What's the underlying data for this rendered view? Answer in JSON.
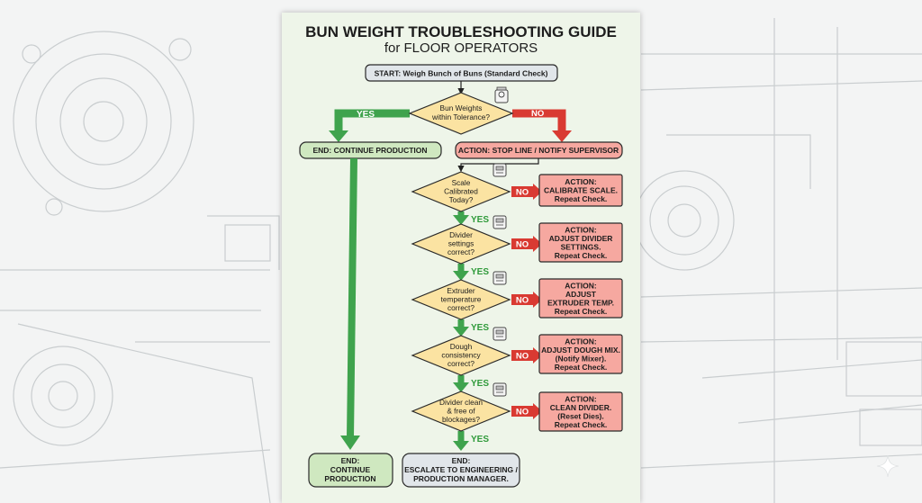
{
  "title": "BUN WEIGHT TROUBLESHOOTING GUIDE",
  "subtitle": "for FLOOR OPERATORS",
  "start": "START: Weigh Bunch of Buns (Standard Check)",
  "decision_main": [
    "Bun Weights",
    "within Tolerance?"
  ],
  "yes_label": "YES",
  "no_label": "NO",
  "end_continue_top": "END: CONTINUE PRODUCTION",
  "action_stop": "ACTION: STOP LINE / NOTIFY SUPERVISOR",
  "checks": [
    {
      "lines": [
        "Scale",
        "Calibrated",
        "Today?"
      ],
      "icon": "scale-icon",
      "action": [
        "ACTION:",
        "CALIBRATE SCALE.",
        "Repeat Check."
      ]
    },
    {
      "lines": [
        "Divider",
        "settings",
        "correct?"
      ],
      "icon": "control-panel-icon",
      "action": [
        "ACTION:",
        "ADJUST DIVIDER",
        "SETTINGS.",
        "Repeat Check."
      ]
    },
    {
      "lines": [
        "Extruder",
        "temperature",
        "correct?"
      ],
      "icon": "thermostat-panel-icon",
      "action": [
        "ACTION:",
        "ADJUST",
        "EXTRUDER TEMP.",
        "Repeat Check."
      ]
    },
    {
      "lines": [
        "Dough",
        "consistency",
        "correct?"
      ],
      "icon": "stand-mixer-icon",
      "action": [
        "ACTION:",
        "ADJUST DOUGH MIX.",
        "(Notify Mixer).",
        "Repeat Check."
      ]
    },
    {
      "lines": [
        "Divider clean",
        "& free of",
        "blockages?"
      ],
      "icon": "brush-icon",
      "action": [
        "ACTION:",
        "CLEAN DIVIDER.",
        "(Reset Dies).",
        "Repeat Check."
      ]
    }
  ],
  "end_continue_bottom": [
    "END:",
    "CONTINUE",
    "PRODUCTION"
  ],
  "end_escalate": [
    "END:",
    "ESCALATE TO ENGINEERING /",
    "PRODUCTION MANAGER."
  ],
  "colors": {
    "poster_bg": "#eef5e9",
    "decision_fill": "#fbe3a2",
    "action_fill": "#f6a8a0",
    "end_green_fill": "#cfe8c0",
    "end_gray_fill": "#e1e6ea",
    "yes_green": "#3fa34d",
    "no_red": "#d93a32"
  }
}
